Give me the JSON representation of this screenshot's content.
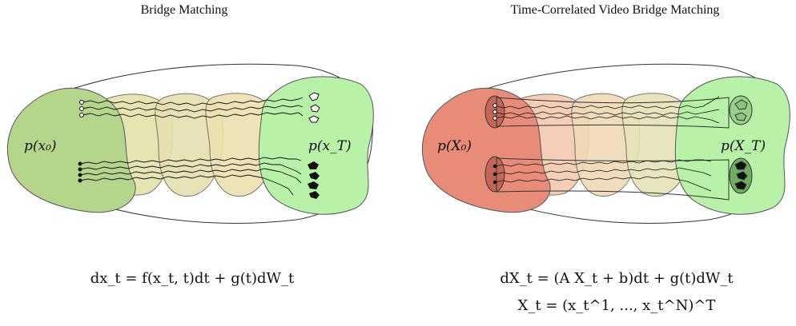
{
  "titles": {
    "left": "Bridge Matching",
    "right": "Time-Correlated Video Bridge Matching"
  },
  "left_panel": {
    "source_label": "p(x₀)",
    "target_label": "p(x_T)",
    "source_color": "#b5d58c",
    "target_color": "#f0b658"
  },
  "right_panel": {
    "source_label": "p(X₀)",
    "target_label": "p(X_T)",
    "source_color": "#e88b78",
    "target_color": "#b8f2a8"
  },
  "equations": {
    "left": "dx_t = f(x_t, t)dt + g(t)dW_t",
    "right_1": "dX_t = (A X_t + b)dt + g(t)dW_t",
    "right_2": "X_t = (x_t^1, ..., x_t^N)^T"
  }
}
